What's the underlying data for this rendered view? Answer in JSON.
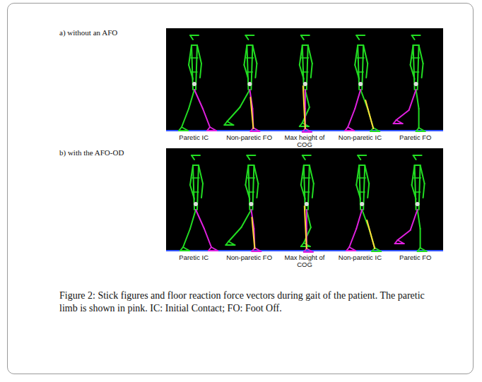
{
  "diagram": {
    "caption": "Figure 2: Stick figures and floor reaction force vectors during gait of the patient. The paretic limb is shown in pink. IC: Initial Contact; FO: Foot Off.",
    "labels": [
      "a) without an AFO",
      "Paretic IC",
      "Non-paretic FO",
      "Max height of COG",
      "Non-paretic IC",
      "Paretic FO",
      "b) with the AFO-OD",
      "Paretic IC",
      "Non-paretic FO",
      "Max height of COG",
      "Non-paretic IC",
      "Paretic FO"
    ]
  }
}
